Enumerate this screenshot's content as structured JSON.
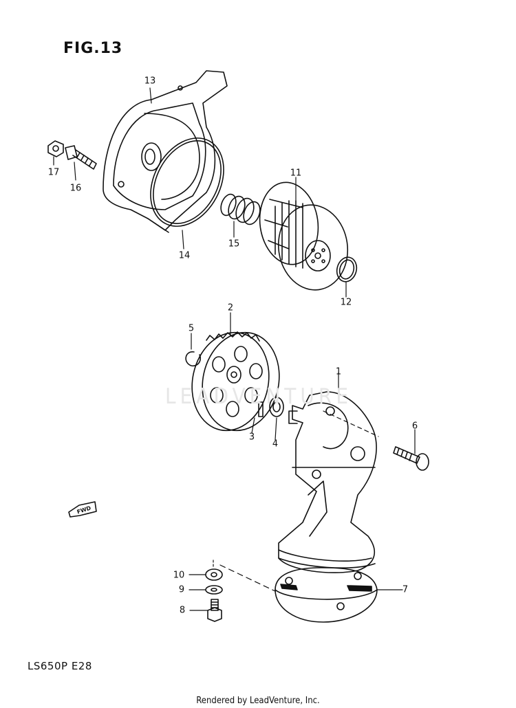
{
  "figure": {
    "title": "FIG.13",
    "model_code": "LS650P  E28"
  },
  "footer": {
    "credit": "Rendered by LeadVenture, Inc."
  },
  "watermark": {
    "text": "LEADVENTURE"
  },
  "fwd_arrow": {
    "label": "FWD"
  },
  "callouts": [
    {
      "id": "1",
      "text": "1"
    },
    {
      "id": "2",
      "text": "2"
    },
    {
      "id": "3",
      "text": "3"
    },
    {
      "id": "4",
      "text": "4"
    },
    {
      "id": "5",
      "text": "5"
    },
    {
      "id": "6",
      "text": "6"
    },
    {
      "id": "7",
      "text": "7"
    },
    {
      "id": "8",
      "text": "8"
    },
    {
      "id": "9",
      "text": "9"
    },
    {
      "id": "10",
      "text": "10"
    },
    {
      "id": "11",
      "text": "11"
    },
    {
      "id": "12",
      "text": "12"
    },
    {
      "id": "13",
      "text": "13"
    },
    {
      "id": "14",
      "text": "14"
    },
    {
      "id": "15",
      "text": "15"
    },
    {
      "id": "16",
      "text": "16"
    },
    {
      "id": "17",
      "text": "17"
    }
  ]
}
